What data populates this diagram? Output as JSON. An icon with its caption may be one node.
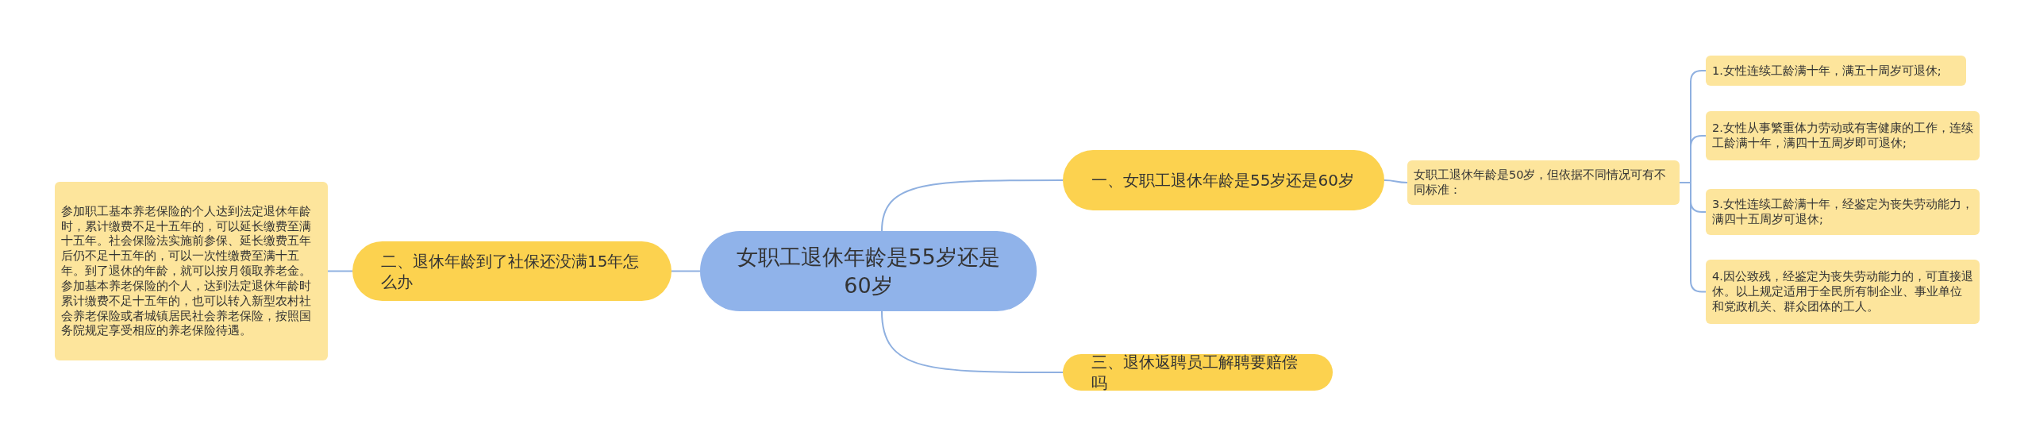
{
  "diagram": {
    "nodes": [
      {
        "text": [
          "女职工退休年龄是55岁还是60岁"
        ]
      },
      {
        "text": [
          "一、女职工退休年龄是55岁还是60岁"
        ]
      },
      {
        "text": [
          "女职工退休年龄是50岁，但依据不同情况可有不同标准："
        ]
      },
      {
        "text": [
          "1.女性连续工龄满十年，满五十周岁可退休;"
        ]
      },
      {
        "text": [
          "2.女性从事繁重体力劳动或有害健康的工作，连续工龄满十年，满四十五周岁即可退休;"
        ]
      },
      {
        "text": [
          "3.女性连续工龄满十年，经鉴定为丧失劳动能力，满四十五周岁可退休;"
        ]
      },
      {
        "text": [
          "4.因公致残，经鉴定为丧失劳动能力的，可直接退休。以上规定适用于全民所有制企业、事业单位和党政机关、群众团体的工人。"
        ]
      },
      {
        "text": [
          "二、退休年龄到了社保还没满15年怎么办"
        ]
      },
      {
        "text": [
          "参加职工基本养老保险的个人达到法定退休年龄时，累计缴费不足十五年的，可以延长缴费至满十五年。社会保险法实施前参保、延长缴费五年后仍不足十五年的，可以一次性缴费至满十五年。到了退休的年龄，就可以按月领取养老金。参加基本养老保险的个人，达到法定退休年龄时累计缴费不足十五年的，也可以转入新型农村社会养老保险或者城镇居民社会养老保险，按照国务院规定享受相应的养老保险待遇。"
        ]
      },
      {
        "text": [
          "三、退休返聘员工解聘要赔偿吗"
        ]
      }
    ],
    "edges": [
      {
        "from": 0,
        "to": 1,
        "arrow": "none"
      },
      {
        "from": 1,
        "to": 2,
        "arrow": "none"
      },
      {
        "from": 2,
        "to": 3,
        "arrow": "none"
      },
      {
        "from": 2,
        "to": 4,
        "arrow": "none"
      },
      {
        "from": 2,
        "to": 5,
        "arrow": "none"
      },
      {
        "from": 2,
        "to": 6,
        "arrow": "none"
      },
      {
        "from": 0,
        "to": 7,
        "arrow": "none"
      },
      {
        "from": 7,
        "to": 8,
        "arrow": "none"
      },
      {
        "from": 0,
        "to": 9,
        "arrow": "none"
      }
    ]
  }
}
